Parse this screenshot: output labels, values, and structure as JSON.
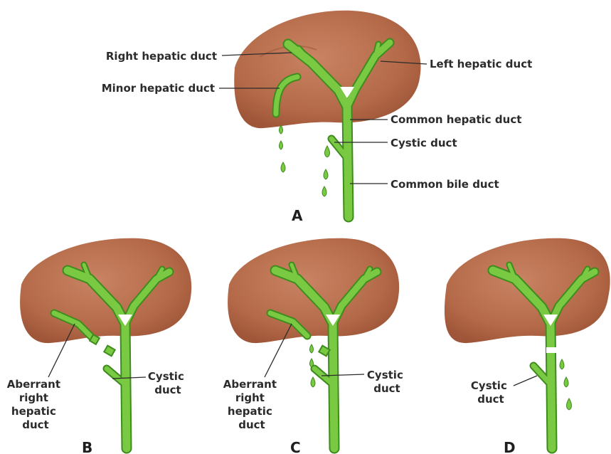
{
  "colors": {
    "liver": "#b8704f",
    "liver_shadow": "#9a5438",
    "duct": "#7ac943",
    "duct_edge": "#3f8c1e",
    "label": "#2b2b2b"
  },
  "panel_a": {
    "letter": "A",
    "labels": {
      "right_hepatic": "Right hepatic duct",
      "minor_hepatic": "Minor hepatic duct",
      "left_hepatic": "Left hepatic duct",
      "common_hepatic": "Common hepatic duct",
      "cystic": "Cystic duct",
      "common_bile": "Common bile duct"
    }
  },
  "panel_b": {
    "letter": "B",
    "aberrant_lines": [
      "Aberrant",
      "right",
      "hepatic",
      "duct"
    ],
    "cystic_lines": [
      "Cystic",
      "duct"
    ]
  },
  "panel_c": {
    "letter": "C",
    "aberrant_lines": [
      "Aberrant",
      "right",
      "hepatic",
      "duct"
    ],
    "cystic_lines": [
      "Cystic",
      "duct"
    ]
  },
  "panel_d": {
    "letter": "D",
    "cystic_lines": [
      "Cystic",
      "duct"
    ]
  }
}
